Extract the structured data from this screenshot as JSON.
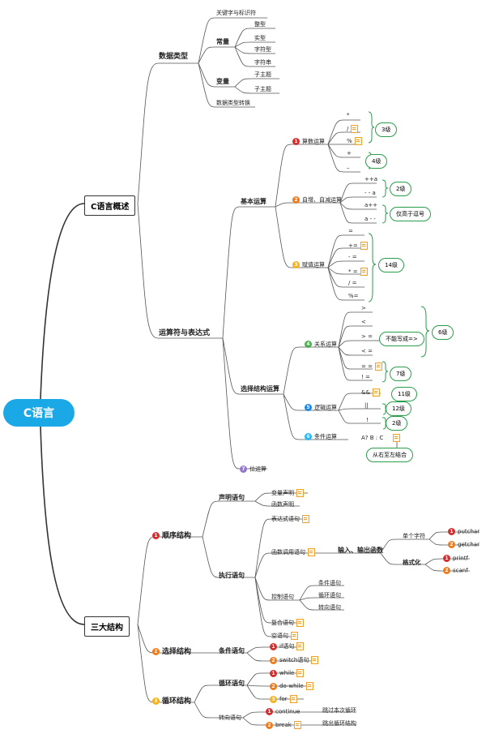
{
  "root": "C语言",
  "overview": {
    "label": "C语言概述",
    "data_types": {
      "label": "数据类型",
      "keyword": "关键字与标识符",
      "const": {
        "label": "常量",
        "items": [
          "整型",
          "实型",
          "字符型",
          "字符串"
        ]
      },
      "var": {
        "label": "变量",
        "items": [
          "子主题",
          "子主题"
        ]
      },
      "convert": "数据类型转换"
    },
    "operators": {
      "label": "运算符与表达式",
      "basic": {
        "label": "基本运算",
        "arith": {
          "label": "算数运算",
          "ops": [
            "*",
            "/",
            "%",
            "+",
            "–"
          ],
          "levels": [
            "3级",
            "4级"
          ]
        },
        "incdec": {
          "label": "自增、自减运算",
          "ops": [
            "++a",
            "- - a",
            "a++",
            "a - -"
          ],
          "levels": [
            "2级",
            "仅高于逗号"
          ]
        },
        "assign": {
          "label": "赋值运算",
          "ops": [
            "=",
            "+=",
            "- =",
            "* =",
            "/ =",
            "%="
          ],
          "level": "14级"
        }
      },
      "select": {
        "label": "选择结构运算",
        "rel": {
          "label": "关系运算",
          "ops": [
            ">",
            "<",
            "> =",
            "< =",
            "= =",
            "! ="
          ],
          "note": "不能写成=>",
          "levels": [
            "6级",
            "7级"
          ]
        },
        "logic": {
          "label": "逻辑运算",
          "ops": [
            "&&",
            "||",
            "!"
          ],
          "levels": [
            "11级",
            "12级",
            "2级"
          ]
        },
        "cond": {
          "label": "条件运算",
          "expr": "A?  B : C",
          "note": "从右至左结合"
        }
      },
      "bit": "位运算"
    }
  },
  "structures": {
    "label": "三大结构",
    "seq": {
      "label": "顺序结构",
      "decl": {
        "label": "声明语句",
        "items": [
          "变量声明",
          "函数声明"
        ]
      },
      "exec": {
        "label": "执行语句",
        "expr": "表达式语句",
        "func": {
          "label": "函数调用语句",
          "io": "输入、输出函数",
          "single": "单个字符",
          "io_single": [
            "putchar",
            "getchar"
          ],
          "fmt": "格式化",
          "io_fmt": [
            "printf",
            "scanf"
          ]
        },
        "ctrl": {
          "label": "控制语句",
          "items": [
            "条件语句",
            "循环语句",
            "转向语句"
          ]
        },
        "compound": "复合语句",
        "empty": "空语句"
      }
    },
    "sel": {
      "label": "选择结构",
      "cond": "条件语句",
      "items": [
        "if语句",
        "switch语句"
      ]
    },
    "loop": {
      "label": "循环结构",
      "loop_stmt": "循环语句",
      "items": [
        "while",
        "do-while",
        "for"
      ],
      "jump": "转向语句",
      "jumps": [
        "continue",
        "break"
      ],
      "jump_notes": [
        "跳过本次循环",
        "跳出循环结构"
      ]
    }
  },
  "badge_numbers": [
    "1",
    "2",
    "3",
    "4",
    "5",
    "6",
    "7"
  ]
}
